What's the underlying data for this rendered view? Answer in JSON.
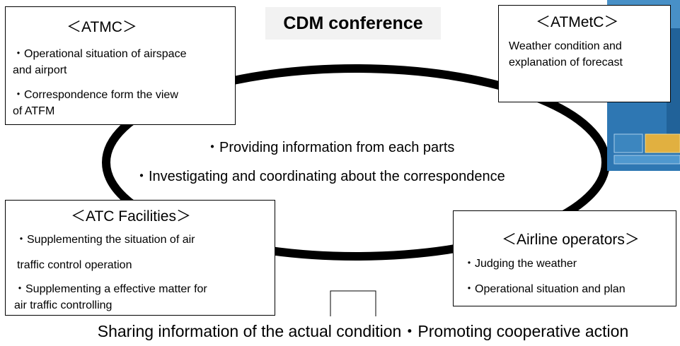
{
  "title": "CDM conference",
  "center": {
    "line1": "・Providing information from each parts",
    "line2": "・Investigating and coordinating about the correspondence"
  },
  "atmc": {
    "heading": "＜ATMC＞",
    "lines": [
      "・Operational situation of airspace",
      "and airport",
      "・Correspondence form the view",
      "of ATFM"
    ]
  },
  "atmetc": {
    "heading": "＜ATMetC＞",
    "lines": [
      "Weather condition and",
      "explanation of forecast"
    ]
  },
  "atc": {
    "heading": "＜ATC Facilities＞",
    "lines": [
      "・Supplementing the situation of air",
      "traffic control operation",
      "・Supplementing a effective matter for",
      "air traffic controlling"
    ]
  },
  "airline": {
    "heading": "＜Airline operators＞",
    "lines": [
      "・Judging  the weather",
      "・Operational situation and plan"
    ]
  },
  "bottom": "Sharing information of the actual condition・Promoting cooperative action",
  "colors": {
    "ring": "#000000",
    "screen_bg": "#2e77b3",
    "screen_button": "#e1b040"
  }
}
